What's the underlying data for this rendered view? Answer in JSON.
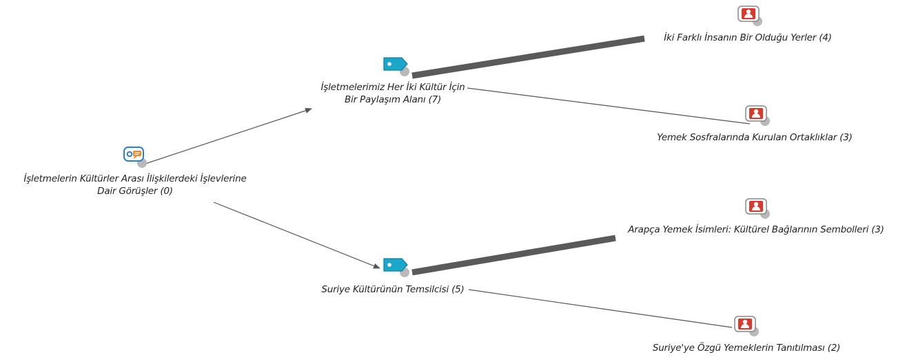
{
  "diagram": {
    "nodes": [
      {
        "id": "root",
        "icon": "concept-chat-icon",
        "lines": [
          "İşletmelerin Kültürler Arası İlişkilerdeki İşlevlerine",
          "Dair Görüşler (0)"
        ]
      },
      {
        "id": "cat1",
        "icon": "code-tag-icon",
        "lines": [
          "İşletmelerimiz Her İki Kültür İçin",
          "Bir Paylaşım Alanı (7)"
        ]
      },
      {
        "id": "cat2",
        "icon": "code-tag-icon",
        "lines": [
          "Suriye Kültürünün Temsilcisi  (5)"
        ]
      },
      {
        "id": "leaf1",
        "icon": "person-document-icon",
        "lines": [
          "İki Farklı İnsanın Bir Olduğu Yerler (4)"
        ]
      },
      {
        "id": "leaf2",
        "icon": "person-document-icon",
        "lines": [
          "Yemek Sosfralarında Kurulan Ortaklıklar (3)"
        ]
      },
      {
        "id": "leaf3",
        "icon": "person-document-icon",
        "lines": [
          "Arapça Yemek İsimleri: Kültürel Bağlarının Sembolleri (3)"
        ]
      },
      {
        "id": "leaf4",
        "icon": "person-document-icon",
        "lines": [
          "Suriye'ye Özgü  Yemeklerin Tanıtılması (2)"
        ]
      }
    ],
    "edges": [
      {
        "from": "root",
        "to": "cat1",
        "arrow": true
      },
      {
        "from": "root",
        "to": "cat2",
        "arrow": true
      },
      {
        "from": "cat1",
        "to": "leaf1",
        "weight": 4
      },
      {
        "from": "cat1",
        "to": "leaf2",
        "weight": 3
      },
      {
        "from": "cat2",
        "to": "leaf3",
        "weight": 3
      },
      {
        "from": "cat2",
        "to": "leaf4",
        "weight": 2
      }
    ],
    "colors": {
      "edge": "#555555",
      "code": "#1ba7c9",
      "person": "#d93a2b",
      "concept": "#2a7fd0",
      "concept_bubble": "#f08a24"
    }
  }
}
